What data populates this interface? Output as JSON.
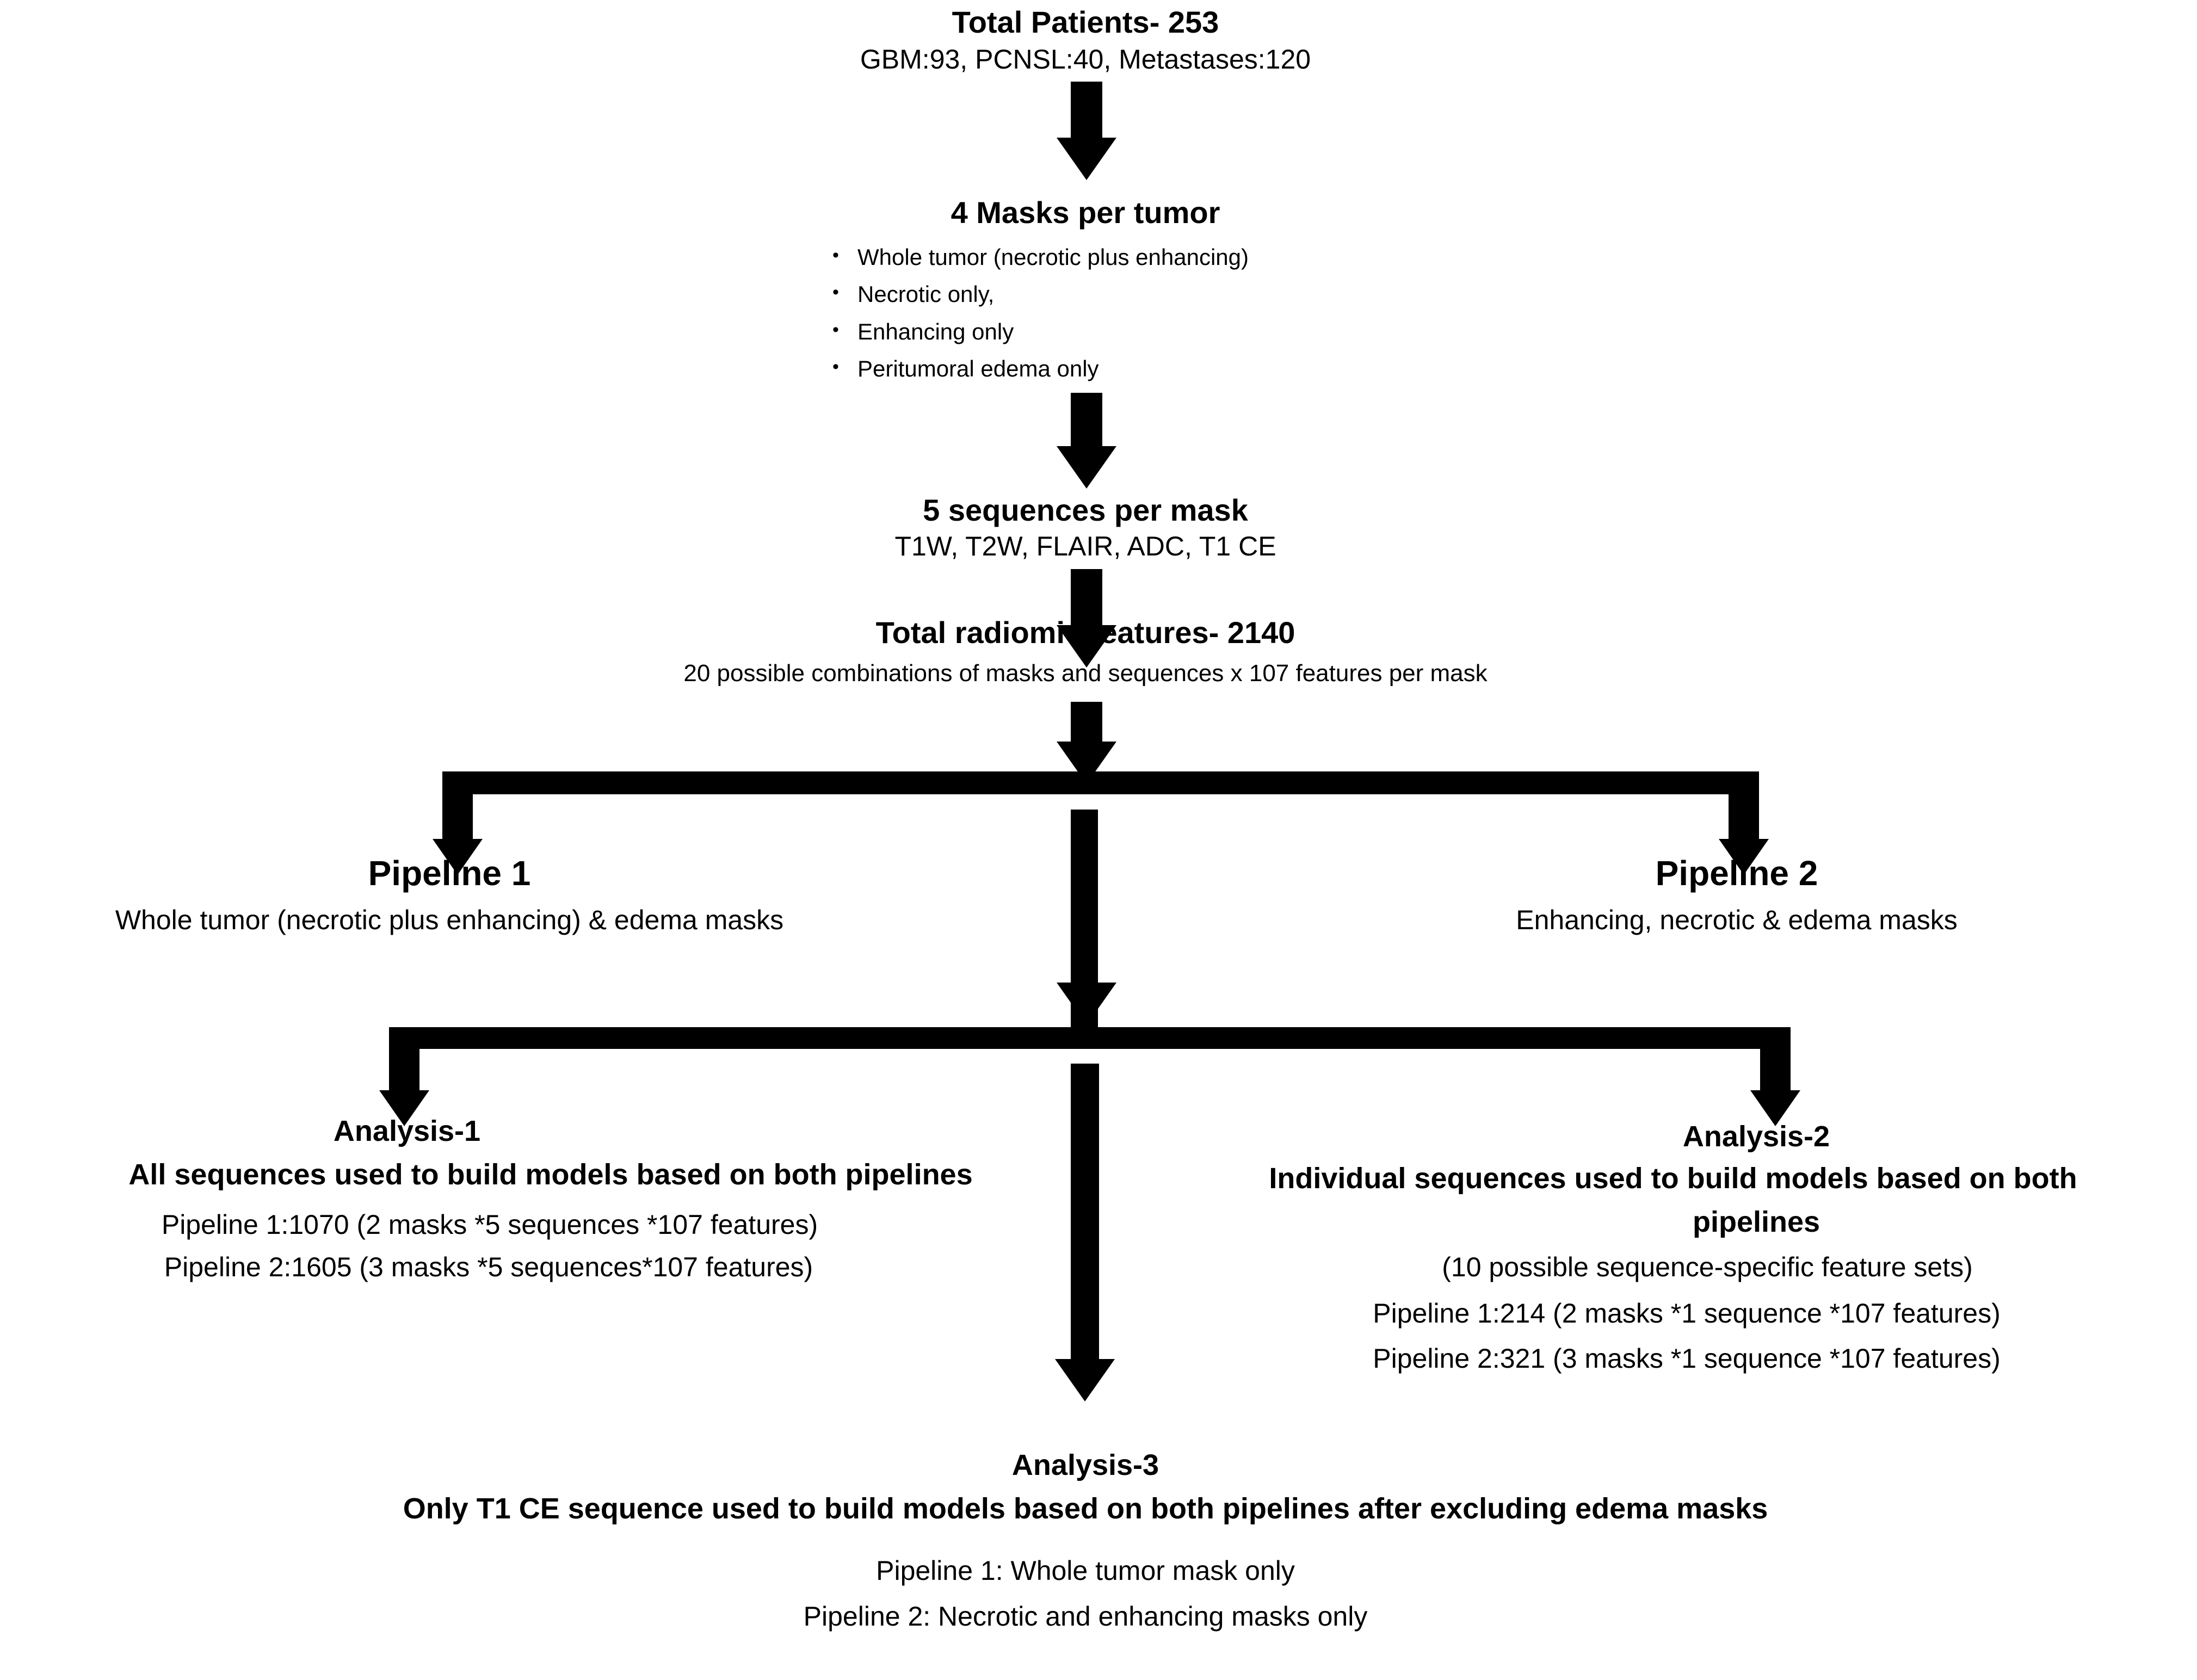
{
  "flow": {
    "title_block": {
      "heading": "Total Patients- 253",
      "subtitle": "GBM:93, PCNSL:40, Metastases:120"
    },
    "masks_block": {
      "heading": "4 Masks per tumor",
      "bullets": [
        "Whole tumor (necrotic plus enhancing)",
        "Necrotic only,",
        "Enhancing only",
        "Peritumoral edema only"
      ]
    },
    "sequences_block": {
      "heading": "5 sequences per mask",
      "subtitle": "T1W, T2W, FLAIR, ADC, T1 CE"
    },
    "features_block": {
      "heading": "Total  radiomic features- 2140",
      "subtitle": "20 possible combinations of masks and sequences x 107 features per mask"
    },
    "pipeline_1": {
      "heading": "Pipeline 1",
      "subtitle": "Whole tumor (necrotic plus enhancing) & edema masks"
    },
    "pipeline_2": {
      "heading": "Pipeline 2",
      "subtitle": "Enhancing, necrotic & edema masks"
    },
    "analysis_1": {
      "label": "Analysis-1",
      "heading": "All sequences used to build models based on both pipelines",
      "lines": [
        "Pipeline 1:1070 (2 masks *5 sequences *107 features)",
        "Pipeline 2:1605 (3 masks *5 sequences*107 features)"
      ]
    },
    "analysis_2": {
      "label": "Analysis-2",
      "heading_line_1": "Individual sequences used to build models based on both",
      "heading_line_2": "pipelines",
      "lines": [
        "(10 possible sequence-specific feature sets)",
        "Pipeline 1:214 (2 masks *1 sequence *107 features)",
        "Pipeline 2:321 (3 masks *1 sequence *107 features)"
      ]
    },
    "analysis_3": {
      "label": "Analysis-3",
      "heading": "Only T1 CE sequence used to build models based on both pipelines after excluding edema masks",
      "lines": [
        "Pipeline 1: Whole tumor mask only",
        "Pipeline 2: Necrotic and enhancing masks only"
      ]
    },
    "bullet_glyph": "•",
    "ink_color": "#000000",
    "background_color": "#FFFFFF"
  }
}
